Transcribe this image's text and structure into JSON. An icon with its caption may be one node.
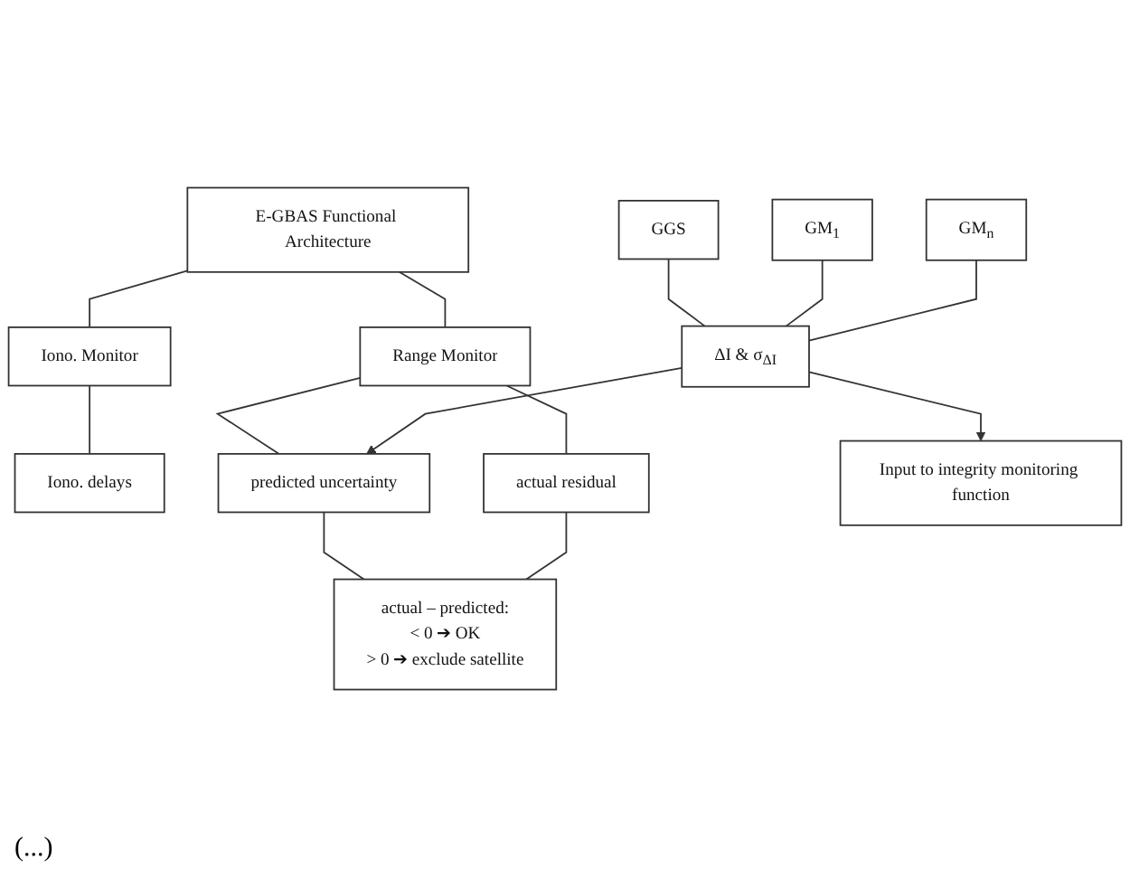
{
  "diagram": {
    "nodes": [
      {
        "text": [
          "E-GBAS Functional Architecture"
        ]
      },
      {
        "text": [
          "Iono. Monitor"
        ]
      },
      {
        "text": [
          "Range Monitor"
        ]
      },
      {
        "text": [
          "Iono. delays"
        ]
      },
      {
        "text": [
          "GGS"
        ]
      },
      {
        "text": [
          "GM$_{1}$"
        ]
      },
      {
        "text": [
          "GM$_{n}$"
        ]
      },
      {
        "text": [
          "predicted uncertainty"
        ]
      },
      {
        "text": [
          "actual residual"
        ]
      },
      {
        "text": [
          "ΔI & σ$_{ΔI}$"
        ]
      },
      {
        "text": [
          "Input to integrity monitoring function"
        ]
      },
      {
        "text": [
          "actual – predicted:",
          "< 0 ➔ OK",
          "> 0 ➔ exclude satellite"
        ]
      }
    ],
    "edges": [
      {
        "from": 0,
        "to": 1,
        "arrow": "none"
      },
      {
        "from": 0,
        "to": 2,
        "arrow": "none"
      },
      {
        "from": 1,
        "to": 3,
        "arrow": "none"
      },
      {
        "from": 2,
        "to": 7,
        "arrow": "none"
      },
      {
        "from": 2,
        "to": 8,
        "arrow": "none"
      },
      {
        "from": 4,
        "to": 9,
        "arrow": "none"
      },
      {
        "from": 5,
        "to": 9,
        "arrow": "none"
      },
      {
        "from": 6,
        "to": 9,
        "arrow": "none"
      },
      {
        "from": 9,
        "to": 10,
        "arrow": "to"
      },
      {
        "from": 9,
        "to": 7,
        "arrow": "to"
      },
      {
        "from": 7,
        "to": 11,
        "arrow": "none"
      },
      {
        "from": 8,
        "to": 11,
        "arrow": "none"
      }
    ],
    "labels": [
      "(...)"
    ]
  }
}
